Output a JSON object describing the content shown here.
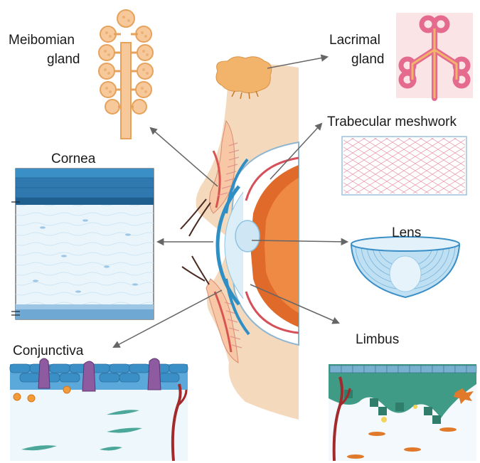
{
  "labels": {
    "meibomian_1": "Meibomian",
    "meibomian_2": "gland",
    "lacrimal_1": "Lacrimal",
    "lacrimal_2": "gland",
    "trabecular": "Trabecular meshwork",
    "cornea": "Cornea",
    "lens": "Lens",
    "conjunctiva": "Conjunctiva",
    "limbus": "Limbus"
  },
  "colors": {
    "skin": "#f4d9bc",
    "sclera": "#ffffff",
    "iris": "#e06a2a",
    "cornea_blue": "#2f8fc4",
    "gland_orange": "#f2b46b",
    "lacrimal_pink": "#e46a8e",
    "arrow": "#666666",
    "vessel": "#a32a2a",
    "limbus_green": "#3f9a86"
  }
}
